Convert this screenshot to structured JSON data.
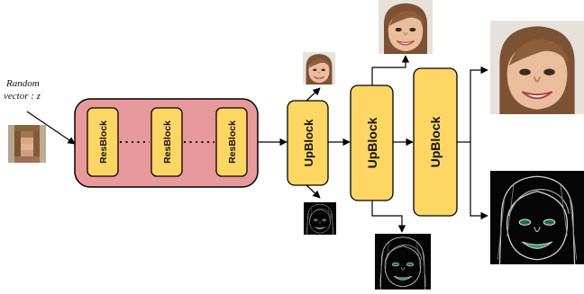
{
  "input": {
    "label_line1": "Random",
    "label_line2": "vector : z"
  },
  "resblocks": [
    "ResBlock",
    "ResBlock",
    "ResBlock"
  ],
  "upblocks": [
    "UpBlock",
    "UpBlock",
    "UpBlock"
  ],
  "colors": {
    "resblock_container": "#E8999B",
    "block_fill": "#FDD663",
    "stroke": "#000000",
    "face_skin": "#e9b99a",
    "face_hair": "#8a5a3a",
    "edge_bg": "#000000",
    "edge_line": "#c7c7c7",
    "edge_mouth": "#2f9a6a"
  },
  "icons": {
    "input_face": "pixelated-face-icon",
    "face_outputs": "face-photo-icon",
    "edge_outputs": "edge-map-icon"
  }
}
